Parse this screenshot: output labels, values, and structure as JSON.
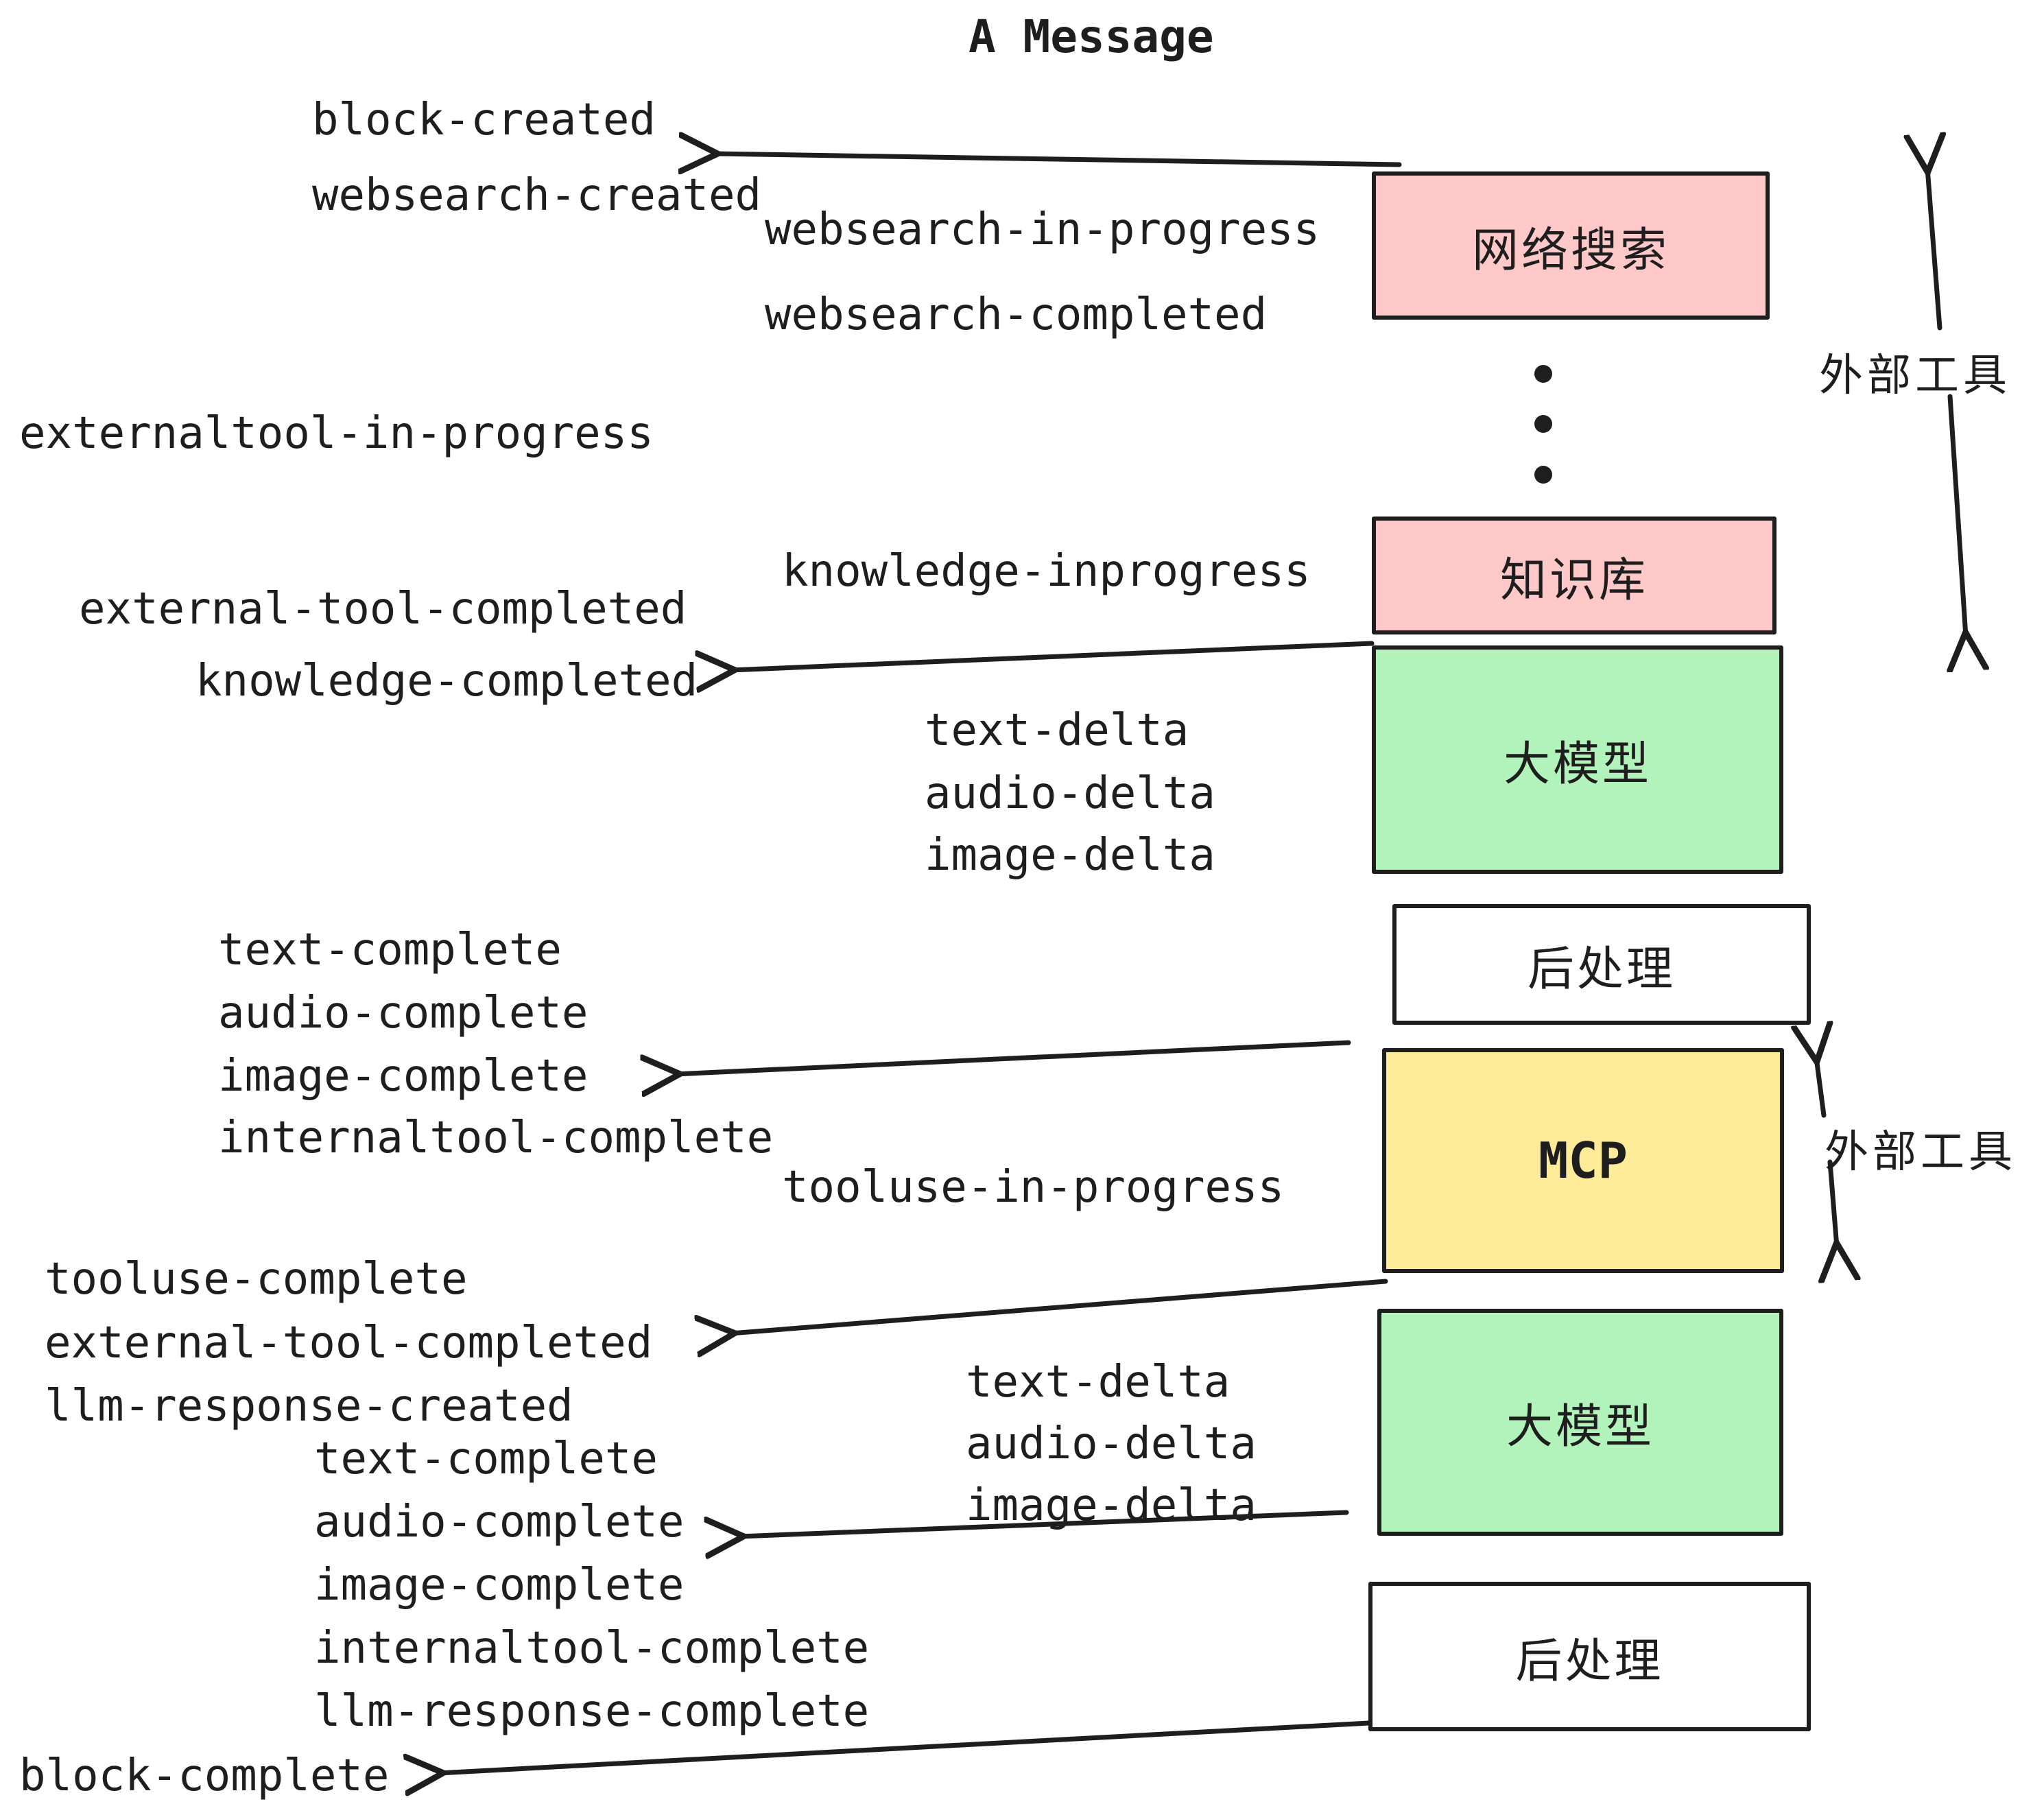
{
  "title": "A Message",
  "colors": {
    "bg": "#ffffff",
    "stroke": "#1e1e1e",
    "pink": "#ffc9c9",
    "green": "#b2f2bb",
    "yellow": "#ffec99",
    "white": "#ffffff"
  },
  "boxes": {
    "websearch": {
      "label": "网络搜索"
    },
    "knowledge": {
      "label": "知识库"
    },
    "llm1": {
      "label": "大模型"
    },
    "post1": {
      "label": "后处理"
    },
    "mcp": {
      "label": "MCP"
    },
    "llm2": {
      "label": "大模型"
    },
    "post2": {
      "label": "后处理"
    }
  },
  "side_labels": {
    "external_tools_top": "外部工具",
    "external_tools_bottom": "外部工具"
  },
  "events": {
    "block_created": "block-created",
    "websearch_created": "websearch-created",
    "websearch_in_progress": "websearch-in-progress",
    "websearch_completed": "websearch-completed",
    "externaltool_in_progress": "externaltool-in-progress",
    "knowledge_inprogress": "knowledge-inprogress",
    "external_tool_completed": "external-tool-completed",
    "knowledge_completed": "knowledge-completed",
    "text_delta": "text-delta",
    "audio_delta": "audio-delta",
    "image_delta": "image-delta",
    "text_complete": "text-complete",
    "audio_complete": "audio-complete",
    "image_complete": "image-complete",
    "internaltool_complete": "internaltool-complete",
    "tooluse_in_progress": "tooluse-in-progress",
    "tooluse_complete": "tooluse-complete",
    "llm_response_created": "llm-response-created",
    "llm_response_complete": "llm-response-complete",
    "block_complete": "block-complete"
  }
}
